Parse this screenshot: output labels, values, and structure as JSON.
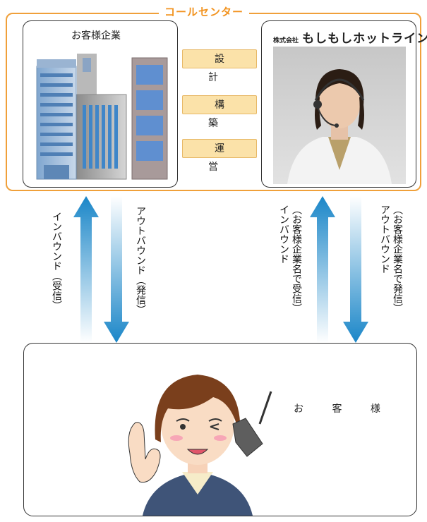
{
  "call_center": {
    "label": "コールセンター"
  },
  "client": {
    "title": "お客様企業"
  },
  "services": [
    "設 計",
    "構 築",
    "運 営"
  ],
  "company": {
    "prefix": "株式会社",
    "name": "もしもしホットライン"
  },
  "flows": {
    "left_inbound": "インバウンド（受信）",
    "left_outbound": "アウトバウンド（発信）",
    "right_inbound_note": "（お客様企業名で受信）",
    "right_inbound": "インバウンド",
    "right_outbound_note": "（お客様企業名で発信）",
    "right_outbound": "アウトバウンド"
  },
  "customer": {
    "label": "お 客 様"
  },
  "colors": {
    "frame": "#f0a03a",
    "title": "#f29421",
    "arrow": "#1a86c8",
    "service_bg": "#fbe2a9"
  }
}
